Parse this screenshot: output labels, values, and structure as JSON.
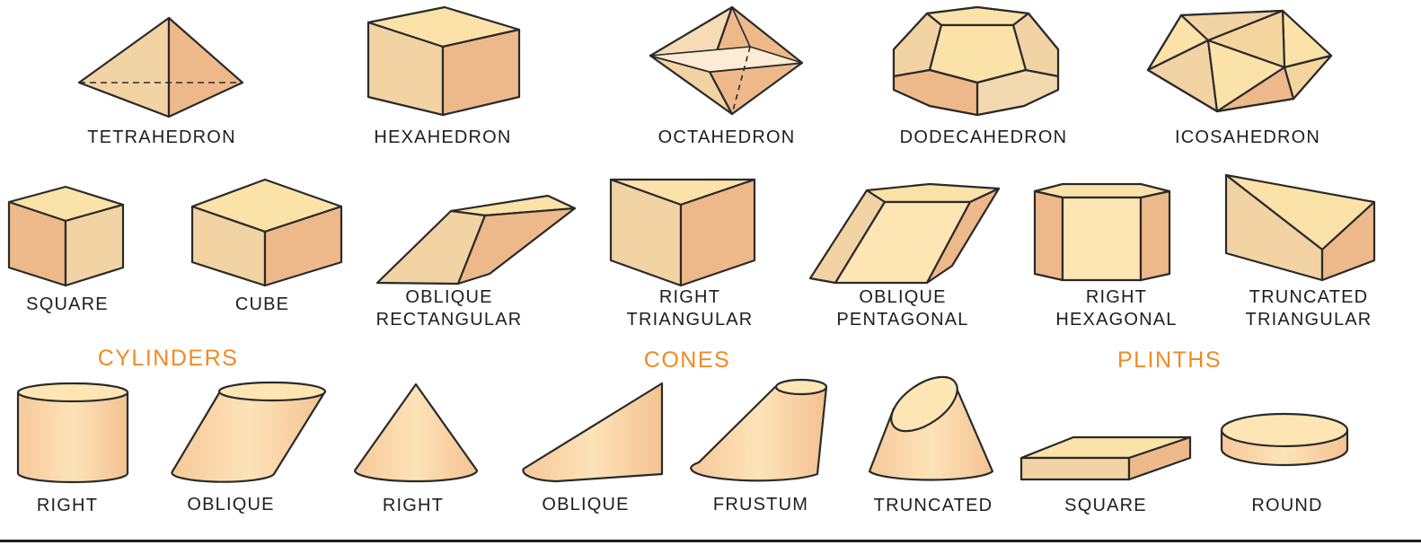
{
  "colors": {
    "light": "#fbe2a8",
    "mid": "#f1d3a4",
    "dark": "#eeb98a",
    "stroke": "#2a2a2a",
    "category": "#f08a24"
  },
  "categories": {
    "cylinders": "CYLINDERS",
    "cones": "CONES",
    "plinths": "PLINTHS"
  },
  "polyhedra": [
    "TETRAHEDRON",
    "HEXAHEDRON",
    "OCTAHEDRON",
    "DODECAHEDRON",
    "ICOSAHEDRON"
  ],
  "prisms": [
    [
      "SQUARE"
    ],
    [
      "CUBE"
    ],
    [
      "OBLIQUE",
      "RECTANGULAR"
    ],
    [
      "RIGHT",
      "TRIANGULAR"
    ],
    [
      "OBLIQUE",
      "PENTAGONAL"
    ],
    [
      "RIGHT",
      "HEXAGONAL"
    ],
    [
      "TRUNCATED",
      "TRIANGULAR"
    ]
  ],
  "curved": [
    "RIGHT",
    "OBLIQUE",
    "RIGHT",
    "OBLIQUE",
    "FRUSTUM",
    "TRUNCATED",
    "SQUARE",
    "ROUND"
  ]
}
